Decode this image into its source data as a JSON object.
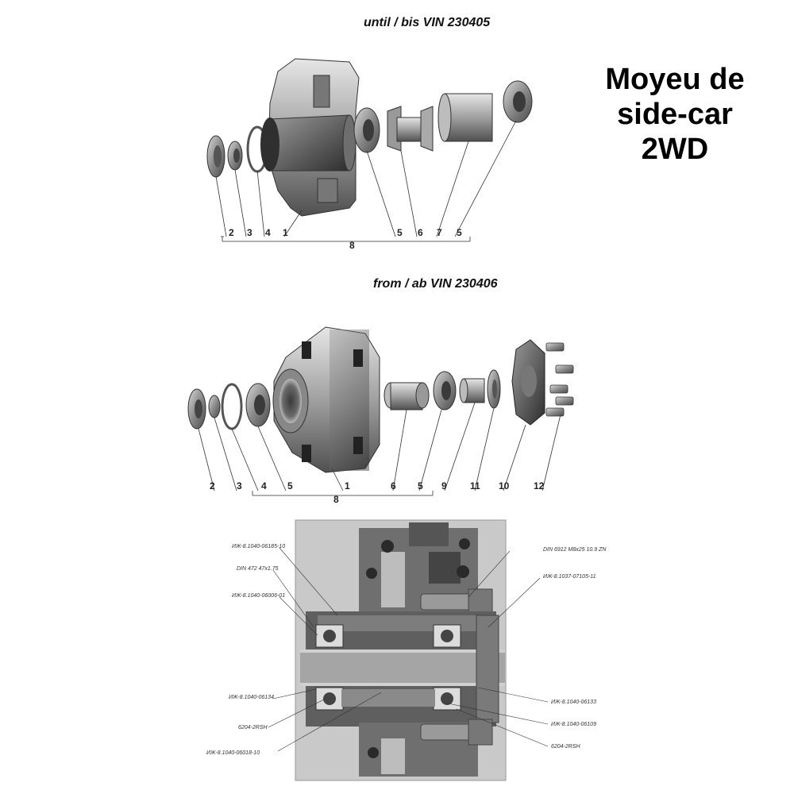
{
  "title": {
    "line1": "Moyeu de",
    "line2": "side-car",
    "line3": "2WD"
  },
  "top_diagram": {
    "caption": "until / bis VIN 230405",
    "callouts": [
      "2",
      "3",
      "4",
      "1",
      "5",
      "6",
      "7",
      "5"
    ],
    "group_label": "8"
  },
  "middle_diagram": {
    "caption": "from / ab VIN 230406",
    "callouts": [
      "2",
      "3",
      "4",
      "5",
      "1",
      "6",
      "5",
      "9",
      "11",
      "10",
      "12"
    ],
    "group_label": "8"
  },
  "section_drawing": {
    "left_labels": [
      "ИЖ-8.1040-06185-10",
      "DIN 472 47x1.75",
      "ИЖ-8.1040-06006-01",
      "ИЖ-8.1040-06134",
      "6204-2RSH",
      "ИЖ-8.1040-06018-10"
    ],
    "right_labels": [
      "DIN 6912 M8x25 10.9 ZN",
      "ИЖ-8.1037-07105-11",
      "ИЖ-8.1040-06133",
      "ИЖ-8.1040-06109",
      "6204-2RSH"
    ]
  }
}
